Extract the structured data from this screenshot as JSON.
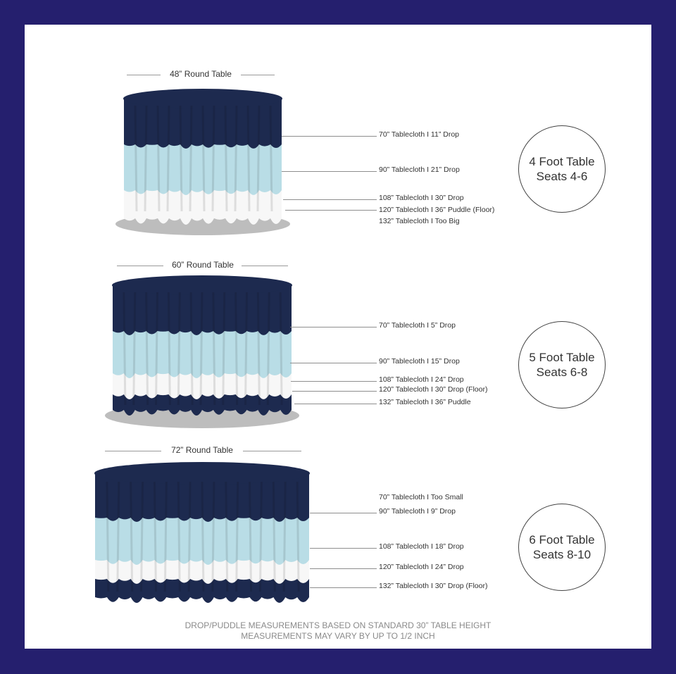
{
  "colors": {
    "frame": "#251f6e",
    "navy": "#1d2a4f",
    "light_blue": "#b9dde6",
    "white_band": "#f7f7f7",
    "shadow": "#bdbdbd"
  },
  "tables": [
    {
      "title": "48” Round Table",
      "labels": [
        "70” Tablecloth  I  11” Drop",
        "90” Tablecloth  I  21” Drop",
        "108” Tablecloth  I  30” Drop",
        "120” Tablecloth  I  36” Puddle (Floor)",
        "132” Tablecloth  I  Too Big"
      ],
      "circle": [
        "4 Foot Table",
        "Seats 4-6"
      ]
    },
    {
      "title": "60” Round Table",
      "labels": [
        "70” Tablecloth  I  5” Drop",
        "90” Tablecloth  I  15” Drop",
        "108” Tablecloth  I  24” Drop",
        "120” Tablecloth  I  30” Drop  (Floor)",
        "132” Tablecloth  I  36” Puddle"
      ],
      "circle": [
        "5 Foot Table",
        "Seats 6-8"
      ]
    },
    {
      "title": "72” Round Table",
      "labels": [
        "70” Tablecloth  I  Too Small",
        "90” Tablecloth  I  9” Drop",
        "108” Tablecloth  I  18” Drop",
        "120” Tablecloth  I  24” Drop",
        "132” Tablecloth  I  30” Drop (Floor)"
      ],
      "circle": [
        "6 Foot Table",
        "Seats 8-10"
      ]
    }
  ],
  "footer": [
    "DROP/PUDDLE MEASUREMENTS BASED ON STANDARD 30” TABLE HEIGHT",
    "MEASUREMENTS MAY VARY BY UP TO 1/2 INCH"
  ]
}
